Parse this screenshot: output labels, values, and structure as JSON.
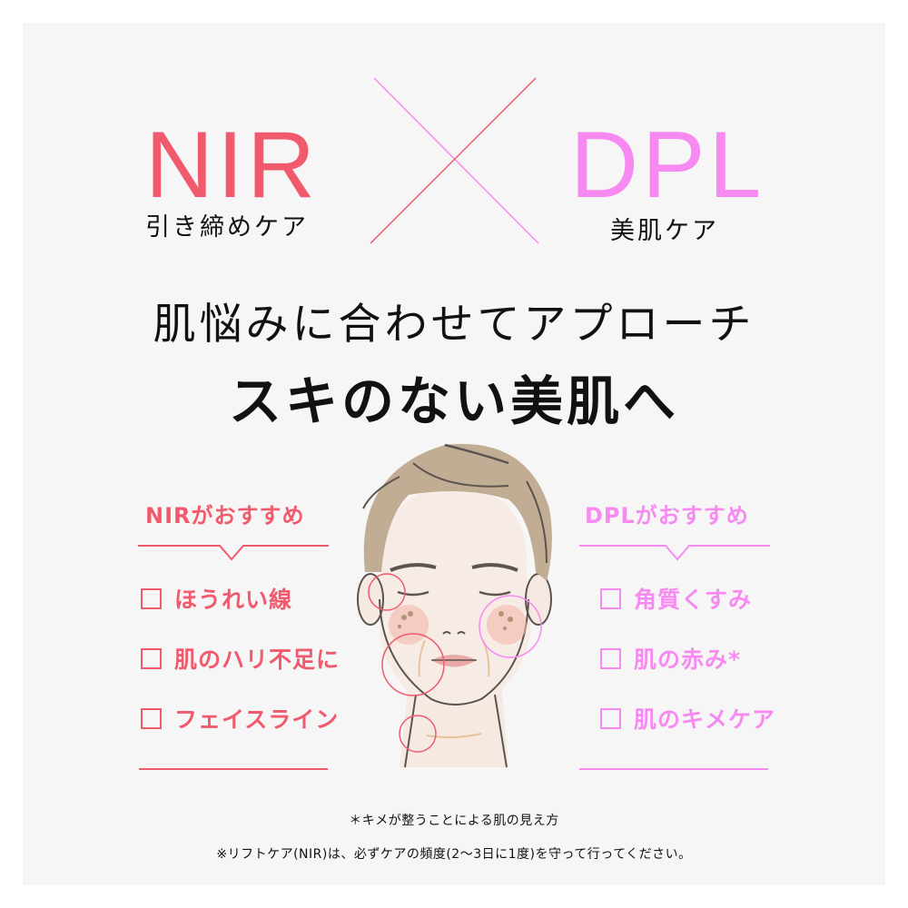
{
  "header": {
    "left": {
      "title": "NIR",
      "subtitle": "引き締めケア"
    },
    "right": {
      "title": "DPL",
      "subtitle": "美肌ケア"
    },
    "cross_symbol": "×"
  },
  "headline": {
    "line1": "肌悩みに合わせてアプローチ",
    "line2": "スキのない美肌へ"
  },
  "recommendations": {
    "nir": {
      "title": "NIRがおすすめ",
      "items": [
        "ほうれい線",
        "肌のハリ不足に",
        "フェイスライン"
      ]
    },
    "dpl": {
      "title": "DPLがおすすめ",
      "items": [
        "角質くすみ",
        "肌の赤み*",
        "肌のキメケア"
      ]
    }
  },
  "illustration": {
    "subject": "face-illustration"
  },
  "notes": {
    "line1": "＊キメが整うことによる肌の見え方",
    "line2": "※リフトケア(NIR)は、必ずケアの頻度(2〜3日に1度)を守って行ってください。"
  },
  "colors": {
    "nir": "#f05a6c",
    "dpl": "#f78af0",
    "background": "#f6f6f6",
    "text": "#111111"
  }
}
